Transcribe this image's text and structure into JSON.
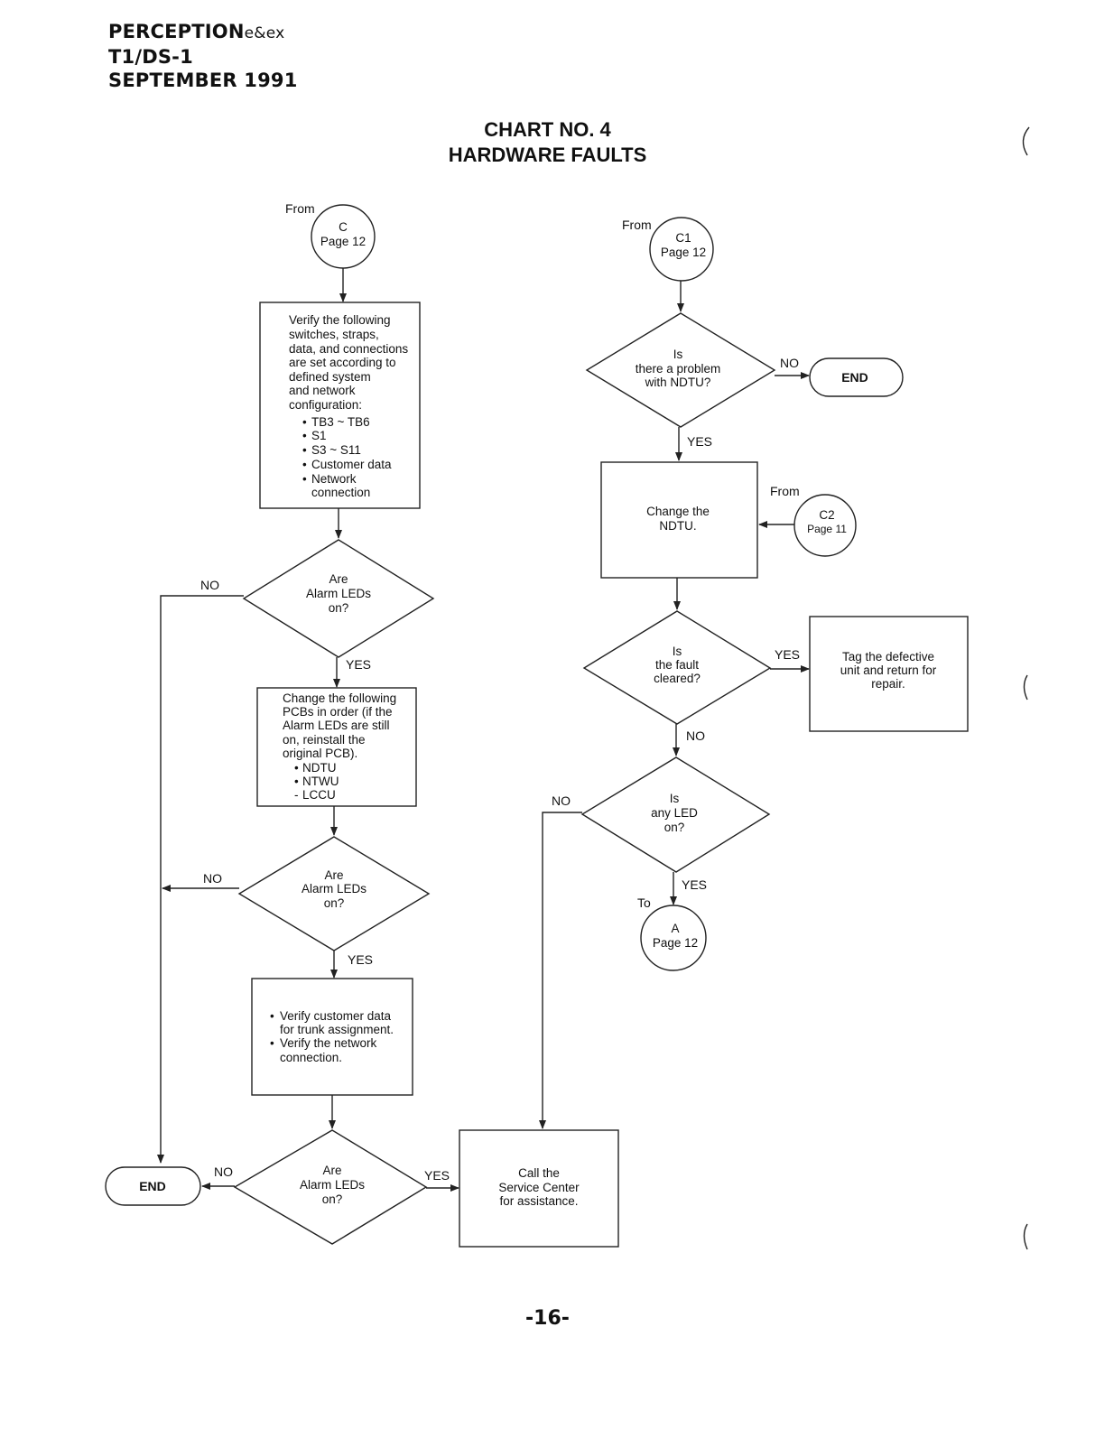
{
  "header": {
    "product": "PERCEPTION",
    "product_suffix": "e&ex",
    "doc": "T1/DS-1",
    "date": "SEPTEMBER 1991"
  },
  "title": {
    "line1": "CHART NO. 4",
    "line2": "HARDWARE FAULTS"
  },
  "page_number": "-16-",
  "nodes": {
    "conn_c": {
      "label": "From",
      "lines": [
        "C",
        "Page 12"
      ]
    },
    "verify_box": {
      "lines": [
        "Verify the following",
        "switches, straps,",
        "data, and connections",
        "are set according to",
        "defined system",
        "and network",
        "configuration:"
      ]
    },
    "verify_bullets": [
      "TB3 ~ TB6",
      "S1",
      "S3 ~ S11",
      "Customer data",
      "Network",
      "connection"
    ],
    "alarm1": {
      "lines": [
        "Are",
        "Alarm LEDs",
        "on?"
      ]
    },
    "change_pcb": {
      "lines": [
        "Change the following",
        "PCBs in order (if the",
        "Alarm LEDs are still",
        "on, reinstall the",
        "original PCB)."
      ]
    },
    "pcb_list": [
      "NDTU",
      "NTWU",
      "LCCU"
    ],
    "alarm2": {
      "lines": [
        "Are",
        "Alarm LEDs",
        "on?"
      ]
    },
    "verify2": {
      "lines": [
        "Verify customer data",
        "for trunk assignment.",
        "Verify the network",
        "connection."
      ]
    },
    "alarm3": {
      "lines": [
        "Are",
        "Alarm LEDs",
        "on?"
      ]
    },
    "end_left": "END",
    "call_sc": {
      "lines": [
        "Call the",
        "Service Center",
        "for assistance."
      ]
    },
    "conn_c1": {
      "label": "From",
      "lines": [
        "C1",
        "Page 12"
      ]
    },
    "ndtu_problem": {
      "lines": [
        "Is",
        "there a problem",
        "with NDTU?"
      ]
    },
    "end_right": "END",
    "change_ndtu": {
      "lines": [
        "Change the",
        "NDTU."
      ]
    },
    "conn_c2": {
      "label": "From",
      "lines": [
        "C2",
        "Page 11"
      ]
    },
    "fault_cleared": {
      "lines": [
        "Is",
        "the fault",
        "cleared?"
      ]
    },
    "tag_defective": {
      "lines": [
        "Tag the defective",
        "unit and return for",
        "repair."
      ]
    },
    "any_led": {
      "lines": [
        "Is",
        "any LED",
        "on?"
      ]
    },
    "conn_a": {
      "label": "To",
      "lines": [
        "A",
        "Page 12"
      ]
    }
  },
  "branches": {
    "yes": "YES",
    "no": "NO"
  }
}
